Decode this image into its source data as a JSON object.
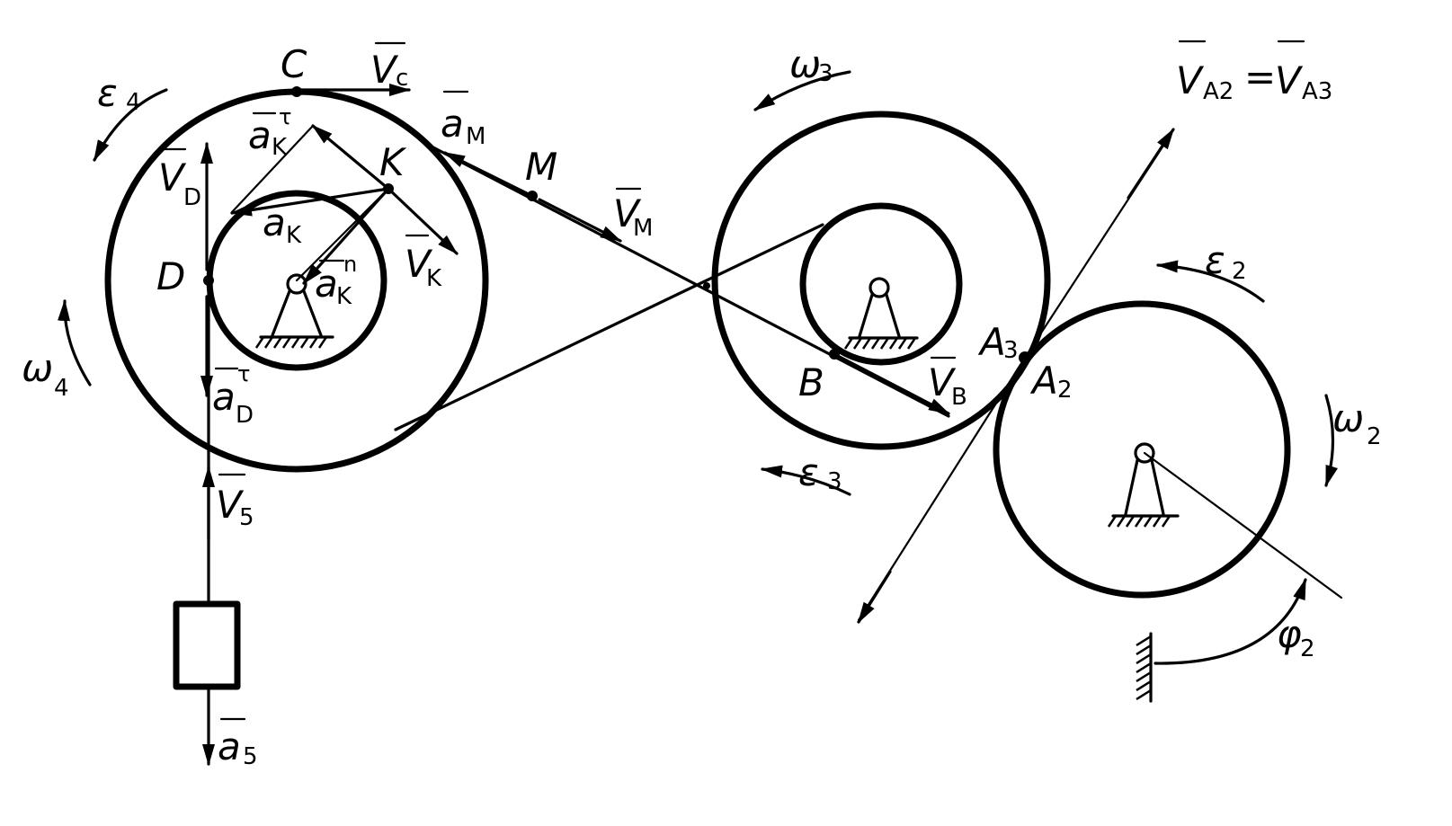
{
  "labels": {
    "C": "C",
    "Vc": "V",
    "Vc_sub": "c",
    "eps4": "ε",
    "eps4_sub": "4",
    "aKt": "a",
    "aKt_sub": "K",
    "aKt_sup": "τ",
    "K": "K",
    "aM": "a",
    "aM_sub": "M",
    "M": "M",
    "VD": "V",
    "VD_sub": "D",
    "VM": "V",
    "VM_sub": "M",
    "aK": "a",
    "aK_sub": "K",
    "VK": "V",
    "VK_sub": "K",
    "D": "D",
    "aKn": "a",
    "aKn_sub": "K",
    "aKn_sup": "n",
    "omega4": "ω",
    "omega4_sub": "4",
    "aDt": "a",
    "aDt_sub": "D",
    "aDt_sup": "τ",
    "V5": "V",
    "V5_sub": "5",
    "a5": "a",
    "a5_sub": "5",
    "omega3": "ω",
    "omega3_sub": "3",
    "VA2": "V",
    "VA2_sub": "A2",
    "eq": "=",
    "VA3": "V",
    "VA3_sub": "A3",
    "eps2": "ε",
    "eps2_sub": "2",
    "A3": "A",
    "A3_sub": "3",
    "A2": "A",
    "A2_sub": "2",
    "B": "B",
    "VB": "V",
    "VB_sub": "B",
    "eps3": "ε",
    "eps3_sub": "3",
    "omega2": "ω",
    "omega2_sub": "2",
    "phi2": "φ",
    "phi2_sub": "2"
  }
}
